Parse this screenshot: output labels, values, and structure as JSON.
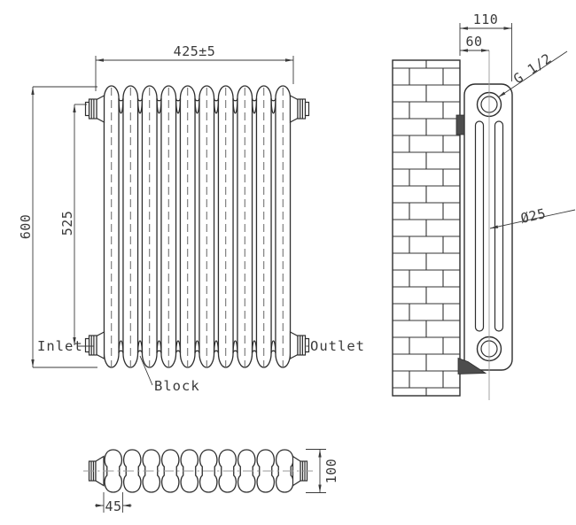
{
  "drawing_title": "radiator-technical-drawing",
  "front_view": {
    "width_dim": "425±5",
    "height_dim": "600",
    "pitch_dim": "525",
    "inlet_label": "Inlet",
    "outlet_label": "Outlet",
    "block_label": "Block",
    "section_count": 10
  },
  "side_view": {
    "depth_dim": "110",
    "pipe_center_dim": "60",
    "thread_label": "G 1/2",
    "pipe_dia_label": "Ø25"
  },
  "top_view": {
    "section_width_dim": "45",
    "depth_dim": "100",
    "section_count": 10
  },
  "colors": {
    "line": "#2e2e2e",
    "dim": "#3a3a3a",
    "dash": "#555555",
    "bracket": "#4d4d4d",
    "centerline": "#999999",
    "background": "#ffffff"
  }
}
